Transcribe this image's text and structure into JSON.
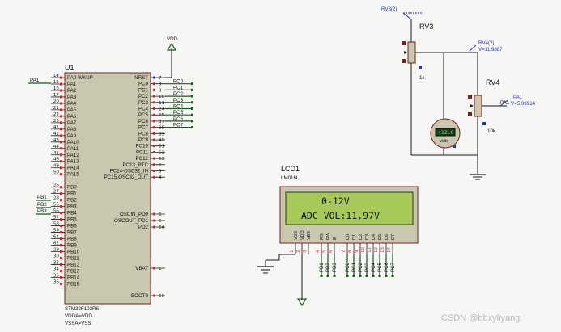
{
  "mcu": {
    "ref": "U1",
    "part": "STM32F103R6",
    "power_lines": [
      "VDDA=VDD",
      "VSSA=VSS"
    ],
    "left_pins": [
      {
        "num": "14",
        "name": "PA0-WKUP"
      },
      {
        "num": "15",
        "name": "PA1"
      },
      {
        "num": "16",
        "name": "PA2"
      },
      {
        "num": "17",
        "name": "PA3"
      },
      {
        "num": "20",
        "name": "PA4"
      },
      {
        "num": "21",
        "name": "PA5"
      },
      {
        "num": "22",
        "name": "PA6"
      },
      {
        "num": "23",
        "name": "PA7"
      },
      {
        "num": "41",
        "name": "PA8"
      },
      {
        "num": "42",
        "name": "PA9"
      },
      {
        "num": "43",
        "name": "PA10"
      },
      {
        "num": "44",
        "name": "PA11"
      },
      {
        "num": "45",
        "name": "PA12"
      },
      {
        "num": "46",
        "name": "PA13"
      },
      {
        "num": "49",
        "name": "PA14"
      },
      {
        "num": "50",
        "name": "PA15"
      },
      {
        "num": "26",
        "name": "PB0"
      },
      {
        "num": "27",
        "name": "PB1"
      },
      {
        "num": "28",
        "name": "PB2"
      },
      {
        "num": "55",
        "name": "PB3"
      },
      {
        "num": "56",
        "name": "PB4"
      },
      {
        "num": "57",
        "name": "PB5"
      },
      {
        "num": "58",
        "name": "PB6"
      },
      {
        "num": "59",
        "name": "PB7"
      },
      {
        "num": "61",
        "name": "PB8"
      },
      {
        "num": "62",
        "name": "PB9"
      },
      {
        "num": "29",
        "name": "PB10"
      },
      {
        "num": "30",
        "name": "PB11"
      },
      {
        "num": "33",
        "name": "PB12"
      },
      {
        "num": "34",
        "name": "PB13"
      },
      {
        "num": "35",
        "name": "PB14"
      },
      {
        "num": "36",
        "name": "PB15"
      }
    ],
    "right_pins_top": [
      {
        "num": "7",
        "name": "NRST"
      },
      {
        "num": "8",
        "name": "PC0"
      },
      {
        "num": "9",
        "name": "PC1"
      },
      {
        "num": "10",
        "name": "PC2"
      },
      {
        "num": "11",
        "name": "PC3"
      },
      {
        "num": "24",
        "name": "PC4"
      },
      {
        "num": "25",
        "name": "PC5"
      },
      {
        "num": "37",
        "name": "PC6"
      },
      {
        "num": "38",
        "name": "PC7"
      },
      {
        "num": "39",
        "name": "PC8"
      },
      {
        "num": "40",
        "name": "PC9"
      },
      {
        "num": "51",
        "name": "PC10"
      },
      {
        "num": "52",
        "name": "PC11"
      },
      {
        "num": "53",
        "name": "PC12"
      },
      {
        "num": "2",
        "name": "PC13_RTC"
      },
      {
        "num": "3",
        "name": "PC14-OSC32_IN"
      },
      {
        "num": "4",
        "name": "PC15-OSC32_OUT"
      }
    ],
    "right_pins_bottom": [
      {
        "num": "5",
        "name": "OSCIN_PD0"
      },
      {
        "num": "6",
        "name": "OSCOUT_PD1"
      },
      {
        "num": "54",
        "name": "PD2"
      },
      {
        "num": "1",
        "name": "VBAT"
      },
      {
        "num": "60",
        "name": "BOOT0"
      }
    ]
  },
  "net_labels": {
    "pa1_left": "PA1",
    "pb_left": [
      "PB1",
      "PB2",
      "PB3"
    ],
    "pc_right": [
      "PC0",
      "PC1",
      "PC2",
      "PC3",
      "PC4",
      "PC5",
      "PC6",
      "PC7"
    ],
    "vdd": "VDD",
    "lcd_bottom": [
      "PB1",
      "PB2",
      "PB3",
      "PC0",
      "PC1",
      "PC2",
      "PC3",
      "PC4",
      "PC5",
      "PC6",
      "PC7"
    ]
  },
  "lcd": {
    "ref": "LCD1",
    "part": "LM016L",
    "line1": "0-12V",
    "line2": "ADC_VOL:11.97V",
    "pins": [
      {
        "num": "1",
        "name": "VSS"
      },
      {
        "num": "2",
        "name": "VDD"
      },
      {
        "num": "3",
        "name": "VEE"
      },
      {
        "num": "4",
        "name": "RS"
      },
      {
        "num": "5",
        "name": "RW"
      },
      {
        "num": "6",
        "name": "E"
      },
      {
        "num": "7",
        "name": "D0"
      },
      {
        "num": "8",
        "name": "D1"
      },
      {
        "num": "9",
        "name": "D2"
      },
      {
        "num": "10",
        "name": "D3"
      },
      {
        "num": "11",
        "name": "D4"
      },
      {
        "num": "12",
        "name": "D5"
      },
      {
        "num": "13",
        "name": "D6"
      },
      {
        "num": "14",
        "name": "D7"
      }
    ]
  },
  "rv3": {
    "ref": "RV3",
    "value": "1k",
    "probe_top": "RV3(2)",
    "probe_mid": "RV4(2)",
    "probe_mid_value": "V=11.9887"
  },
  "rv4": {
    "ref": "RV4",
    "value": "10k",
    "probe": "PA1",
    "probe_value": "V=5.03914"
  },
  "voltmeter": {
    "reading": "+12.0",
    "unit": "Volts"
  },
  "watermark": "CSDN @bbxyliyang"
}
